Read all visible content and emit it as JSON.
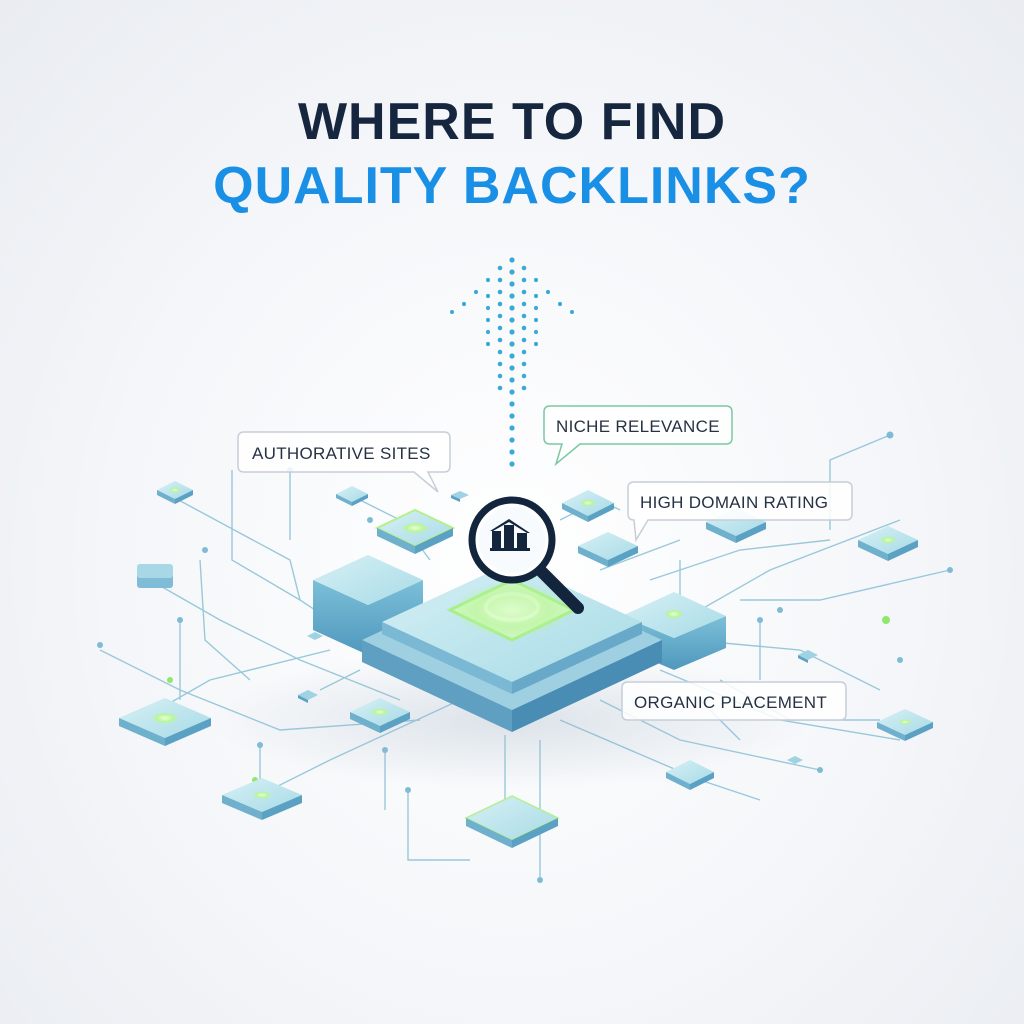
{
  "title": {
    "line1": "WHERE TO FIND",
    "line2": "QUALITY BACKLINKS?"
  },
  "callouts": {
    "authoritative": "AUTHORATIVE SITES",
    "niche": "NICHE RELEVANCE",
    "domain": "HIGH DOMAIN RATING",
    "organic": "ORGANIC PLACEMENT"
  },
  "colors": {
    "title_dark": "#16263f",
    "title_accent": "#1a8fe6",
    "tile_top": "#bfe6ee",
    "tile_side": "#6fb4cf",
    "glow_green": "#9cf07c",
    "arrow_dots": "#3aa9d6",
    "callout_green_border": "#78c9a0",
    "callout_grey_border": "#c7ced8"
  },
  "icons": [
    "magnifier-icon",
    "buildings-icon",
    "dotted-up-arrow-icon"
  ]
}
